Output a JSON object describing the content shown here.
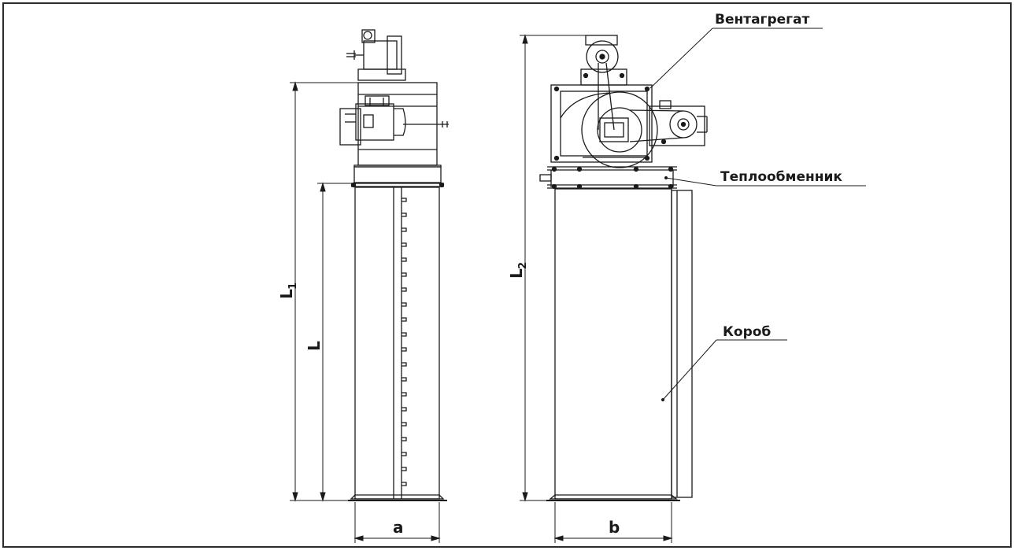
{
  "drawing": {
    "callouts": {
      "fan_unit": "Вентагрегат",
      "heat_exchanger": "Теплообменник",
      "box": "Короб"
    },
    "dimensions": {
      "L1": {
        "main": "L",
        "sub": "1"
      },
      "L": {
        "main": "L"
      },
      "L2": {
        "main": "L",
        "sub": "2"
      },
      "a": "a",
      "b": "b"
    }
  },
  "colors": {
    "line": "#1a1a1a",
    "border": "#2b2b2b",
    "background": "#ffffff"
  }
}
